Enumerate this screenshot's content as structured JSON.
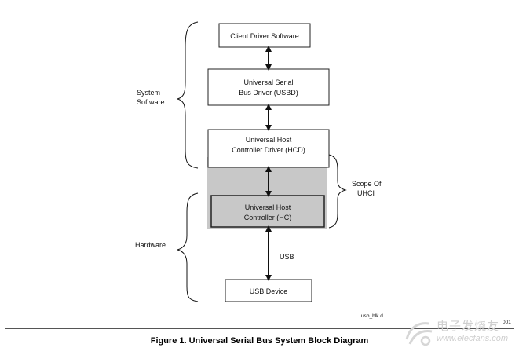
{
  "diagram": {
    "boxes": {
      "client_driver": "Client Driver Software",
      "usbd_line1": "Universal Serial",
      "usbd_line2": "Bus Driver (USBD)",
      "hcd_line1": "Universal Host",
      "hcd_line2": "Controller Driver (HCD)",
      "hc_line1": "Universal Host",
      "hc_line2": "Controller (HC)",
      "usb_device": "USB Device"
    },
    "labels": {
      "system_line1": "System",
      "system_line2": "Software",
      "hardware": "Hardware",
      "scope_line1": "Scope Of",
      "scope_line2": "UHCI",
      "usb": "USB",
      "file_ref": "usb_blk.d",
      "fig_code": "001"
    },
    "colors": {
      "shaded_region": "#c8c8c8",
      "box_border": "#222222"
    }
  },
  "caption": "Figure 1. Universal Serial Bus System Block Diagram",
  "watermark": {
    "text": "电子发烧友",
    "url": "www.elecfans.com"
  }
}
